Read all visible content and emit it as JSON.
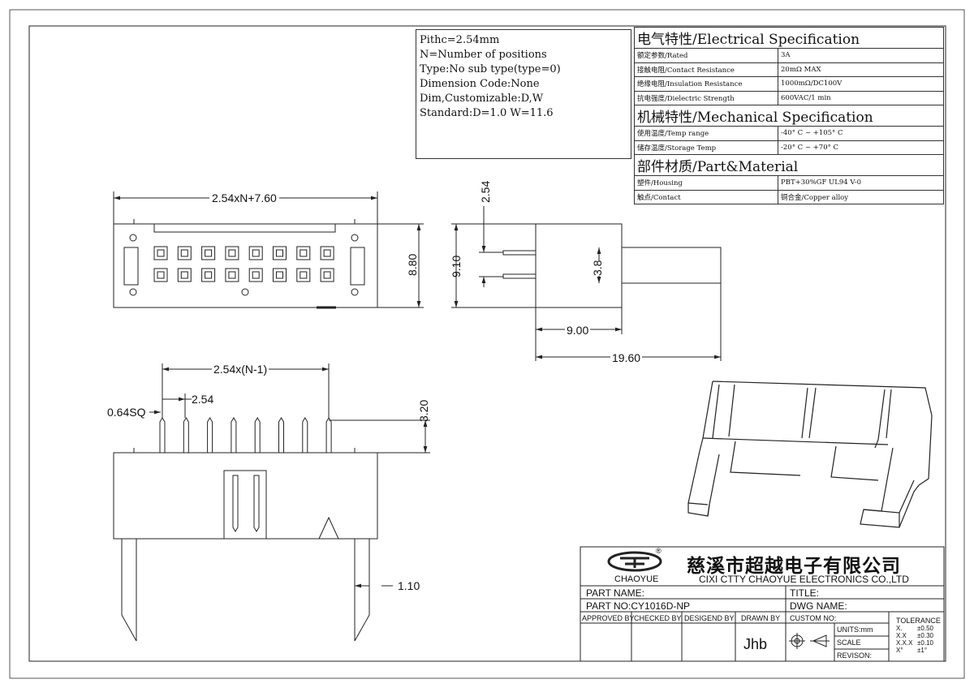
{
  "notes": [
    "Pithc=2.54mm",
    "N=Number of positions",
    "Type:No sub type(type=0)",
    "Dimension Code:None",
    "Dim,Customizable:D,W",
    "Standard:D=1.0 W=11.6"
  ],
  "spec": {
    "electrical_title": "电气特性/Electrical Specification",
    "electrical": [
      {
        "label": "额定参数/Rated",
        "value": "3A"
      },
      {
        "label": "接触电阻/Contact Resistance",
        "value": "20mΩ MAX"
      },
      {
        "label": "绝缘电阻/Insulation Resistance",
        "value": "1000mΩ/DC100V"
      },
      {
        "label": "抗电强度/Dielectric Strength",
        "value": "600VAC/1 min"
      }
    ],
    "mechanical_title": "机械特性/Mechanical Specification",
    "mechanical": [
      {
        "label": "使用温度/Temp range",
        "value": "-40° C ~ +105° C"
      },
      {
        "label": "储存温度/Storage Temp",
        "value": "-20° C ~ +70° C"
      }
    ],
    "material_title": "部件材质/Part&Material",
    "material": [
      {
        "label": "塑件/Housing",
        "value": "PBT+30%GF  UL94  V-0"
      },
      {
        "label": "触点/Contact",
        "value": "铜合金/Copper alloy"
      }
    ]
  },
  "dims": {
    "width_formula": "2.54xN+7.60",
    "height": "8.80",
    "pitch_side": "2.54",
    "side_height": "9.10",
    "side_inner": "3.8",
    "side_depth": "9.00",
    "side_total": "19.60",
    "pitch_span": "2.54x(N-1)",
    "pitch": "2.54",
    "pin_size": "0.64SQ",
    "pin_height": "3.20",
    "latch_width": "1.10"
  },
  "title_block": {
    "logo_text": "CHAOYUE",
    "company_cn": "慈溪市超越电子有限公司",
    "company_en": "CIXI CTTY CHAOYUE ELECTRONICS CO.,LTD",
    "part_name_label": "PART NAME:",
    "title_label": "TITLE:",
    "part_no_label": "PART NO:CY1016D-NP",
    "dwg_name_label": "DWG NAME:",
    "approved_by": "APPROVED BY",
    "checked_by": "CHECKED BY",
    "designed_by": "DESIGEND BY",
    "drawn_by": "DRAWN BY",
    "drawn_by_value": "Jhb",
    "custom_no": "CUSTOM NO:",
    "units": "UNITS:mm",
    "scale": "SCALE",
    "revision": "REVISON:",
    "tolerance_title": "TOLERANCE",
    "tolerances": [
      {
        "k": "X.",
        "v": "±0.50"
      },
      {
        "k": "X.X",
        "v": "±0.30"
      },
      {
        "k": "X.X.X",
        "v": "±0.10"
      },
      {
        "k": "X°",
        "v": "±1°"
      }
    ]
  },
  "colors": {
    "line": "#222222",
    "border": "#333333"
  }
}
